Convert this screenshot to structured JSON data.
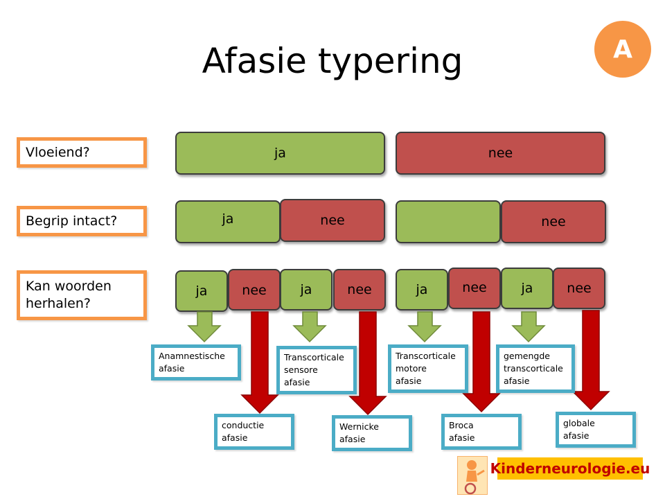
{
  "title": "Afasie typering",
  "badge": "A",
  "questions": {
    "fluent": "Vloeiend?",
    "comprehension": "Begrip intact?",
    "repetition": "Kan woorden herhalen?"
  },
  "labels": {
    "yes": "ja",
    "no": "nee"
  },
  "results": {
    "anomic": "Anamnestische\nafasie",
    "transcortical_sensory": "Transcorticale\nsensore\nafasie",
    "transcortical_motor": "Transcorticale\nmotore\nafasie",
    "mixed_transcortical": "gemengde\ntranscorticale\nafasie",
    "conduction": "conductie\nafasie",
    "wernicke": "Wernicke\nafasie",
    "broca": "Broca\nafasie",
    "global": "globale\nafasie"
  },
  "logo": "Kinderneurologie.eu",
  "colors": {
    "yes": "#9bbb59",
    "no": "#c0504d",
    "question_border": "#f79646",
    "result_border": "#4bacc6",
    "badge": "#f79646",
    "logo_bg": "#ffc000",
    "logo_text": "#c00000"
  }
}
